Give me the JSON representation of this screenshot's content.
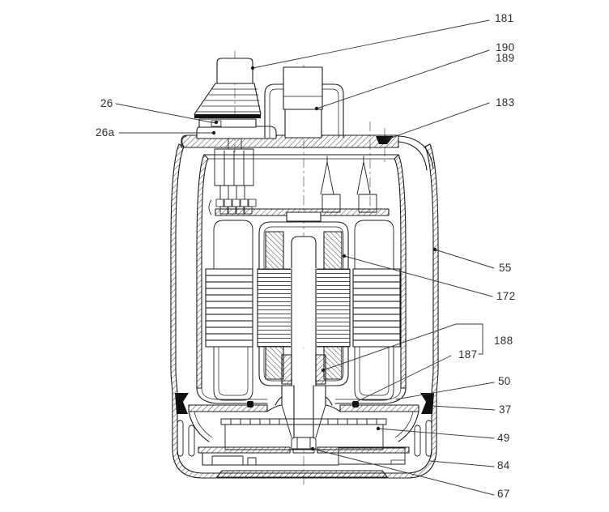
{
  "figure": {
    "kind": "technical sectional line drawing",
    "subject": "submersible pump cross-section with numbered part callouts"
  },
  "callouts": {
    "c181": "181",
    "c190": "190",
    "c189": "189",
    "c183": "183",
    "c26": "26",
    "c26a": "26a",
    "c55": "55",
    "c172": "172",
    "c188": "188",
    "c187": "187",
    "c50": "50",
    "c37": "37",
    "c49": "49",
    "c84": "84",
    "c67": "67"
  },
  "colors": {
    "line": "#1c1c1c",
    "leader": "#3a3a3a",
    "label_text": "#2f2f2f",
    "background": "#ffffff",
    "seal_black": "#111111"
  }
}
